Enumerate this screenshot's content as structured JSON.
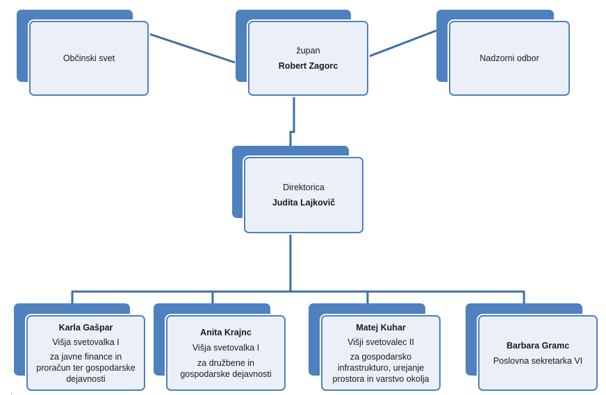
{
  "colors": {
    "accent": "#4e81bd",
    "box_fill": "#ebf0f8",
    "line": "#3e6f9f"
  },
  "top": {
    "council": {
      "label": "Občinski svet"
    },
    "mayor": {
      "role": "župan",
      "name": "Robert Zagorc"
    },
    "supervisory": {
      "label": "Nadzorni odbor"
    }
  },
  "director": {
    "role": "Direktorica",
    "name": "Judita Lajkovič"
  },
  "staff": [
    {
      "name": "Karla Gašpar",
      "title": "Višja svetovalka I",
      "area": [
        "za javne finance in",
        "proračun ter gospodarske",
        "dejavnosti"
      ]
    },
    {
      "name": "Anita Krajnc",
      "title": "Višja svetovalka I",
      "area": [
        "za družbene in",
        "gospodarske dejavnosti"
      ]
    },
    {
      "name": "Matej Kuhar",
      "title": "Višji svetovalec II",
      "area": [
        "za gospodarsko",
        "infrastrukturo, urejanje",
        "prostora in varstvo okolja"
      ]
    },
    {
      "name": "Barbara Gramc",
      "title": "Poslovna sekretarka VI"
    }
  ]
}
